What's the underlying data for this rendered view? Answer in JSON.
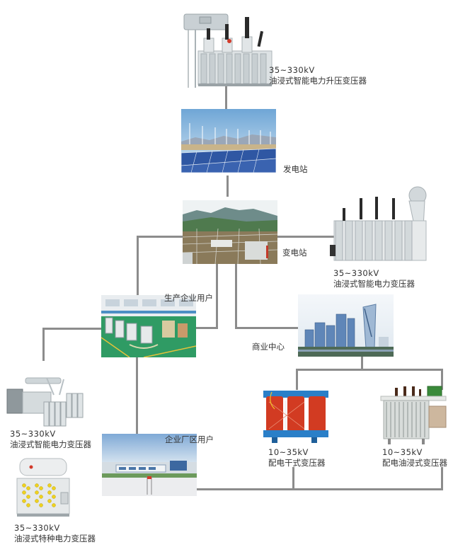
{
  "diagram": {
    "title_nodes": {
      "step_up_transformer": {
        "voltage": "35~330kV",
        "name": "油浸式智能电力升压变压器",
        "icon": "oil-immersed-transformer-icon"
      },
      "power_station": {
        "name": "发电站",
        "icon": "solar-wind-farm-photo"
      },
      "substation": {
        "name": "变电站",
        "icon": "substation-photo"
      },
      "substation_transformer": {
        "voltage": "35~330kV",
        "name": "油浸式智能电力变压器",
        "icon": "oil-immersed-transformer-icon"
      },
      "manufacturing_user": {
        "name": "生产企业用户",
        "icon": "factory-floor-photo"
      },
      "commercial_center": {
        "name": "商业中心",
        "icon": "city-buildings-photo"
      },
      "left_transformer": {
        "voltage": "35~330kV",
        "name": "油浸式智能电力变压器",
        "icon": "oil-immersed-transformer-icon"
      },
      "special_transformer": {
        "voltage": "35~330kV",
        "name": "油浸式特种电力变压器",
        "icon": "special-transformer-icon"
      },
      "industrial_park_user": {
        "name": "企业厂区用户",
        "icon": "industrial-park-photo"
      },
      "dry_type_transformer": {
        "voltage": "10~35kV",
        "name": "配电干式变压器",
        "icon": "dry-type-transformer-icon"
      },
      "oil_distribution_transformer": {
        "voltage": "10~35kV",
        "name": "配电油浸式变压器",
        "icon": "oil-distribution-transformer-icon"
      }
    },
    "connections": [
      [
        "step_up_transformer",
        "power_station"
      ],
      [
        "power_station",
        "substation"
      ],
      [
        "substation",
        "substation_transformer"
      ],
      [
        "substation",
        "manufacturing_user"
      ],
      [
        "substation",
        "commercial_center"
      ],
      [
        "manufacturing_user",
        "left_transformer"
      ],
      [
        "manufacturing_user",
        "industrial_park_user"
      ],
      [
        "commercial_center",
        "dry_type_transformer"
      ],
      [
        "commercial_center",
        "oil_distribution_transformer"
      ],
      [
        "industrial_park_user",
        "dry_type_transformer"
      ],
      [
        "industrial_park_user",
        "oil_distribution_transformer"
      ]
    ],
    "colors": {
      "line": "#8c8c8c",
      "label": "#333333"
    }
  }
}
